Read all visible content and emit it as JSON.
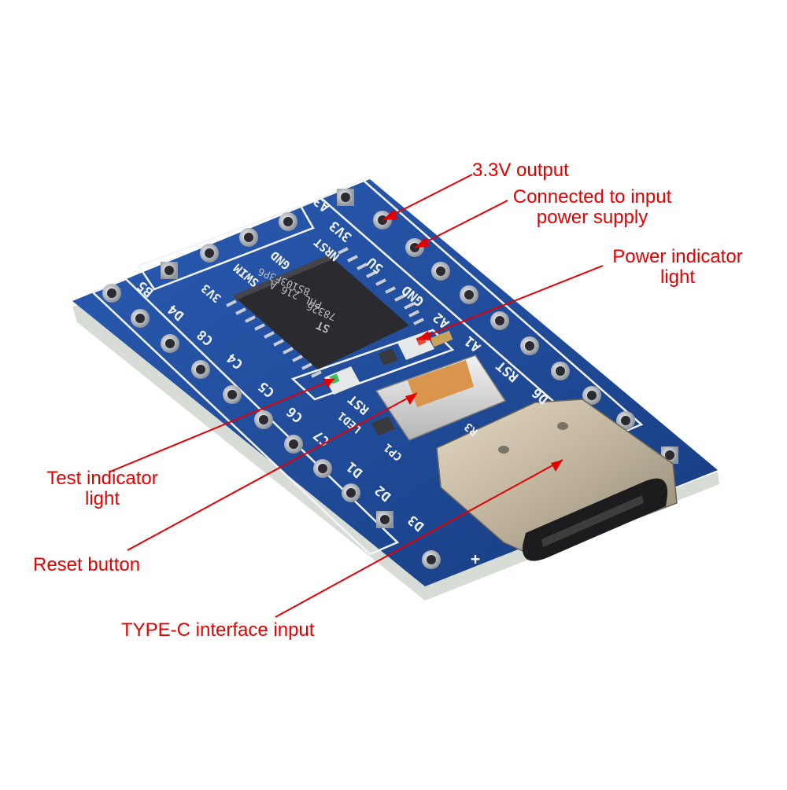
{
  "annotations": {
    "output_3v3": "3.3V output",
    "input_supply_line1": "Connected to input",
    "input_supply_line2": "power supply",
    "power_led_line1": "Power indicator",
    "power_led_line2": "light",
    "test_led_line1": "Test indicator",
    "test_led_line2": "light",
    "reset_button": "Reset button",
    "typec_input": "TYPE-C interface input"
  },
  "silkscreen": {
    "right_header": [
      "A3",
      "3V3",
      "5U",
      "GND",
      "A2",
      "A1",
      "RST",
      "D6"
    ],
    "left_header": [
      "B5",
      "D4",
      "C8",
      "C4",
      "C5",
      "C6",
      "C7",
      "D1",
      "D2",
      "D3"
    ],
    "swd_header": [
      "3V3",
      "SWIM",
      "NRST",
      "GND"
    ],
    "parts": [
      "RST",
      "LED1",
      "CP1",
      "R3"
    ],
    "plus_sign": "+"
  },
  "chip": {
    "brand": "ST",
    "line1": "8S103F3P6",
    "line2": "PHL 216 A",
    "line3": "78326"
  },
  "colors": {
    "annotation": "#e30000",
    "pcb": "#1f4c9c",
    "silkscreen": "#f2f4fa",
    "pad": "#c0c4ca",
    "button_cap": "#d9954b"
  }
}
